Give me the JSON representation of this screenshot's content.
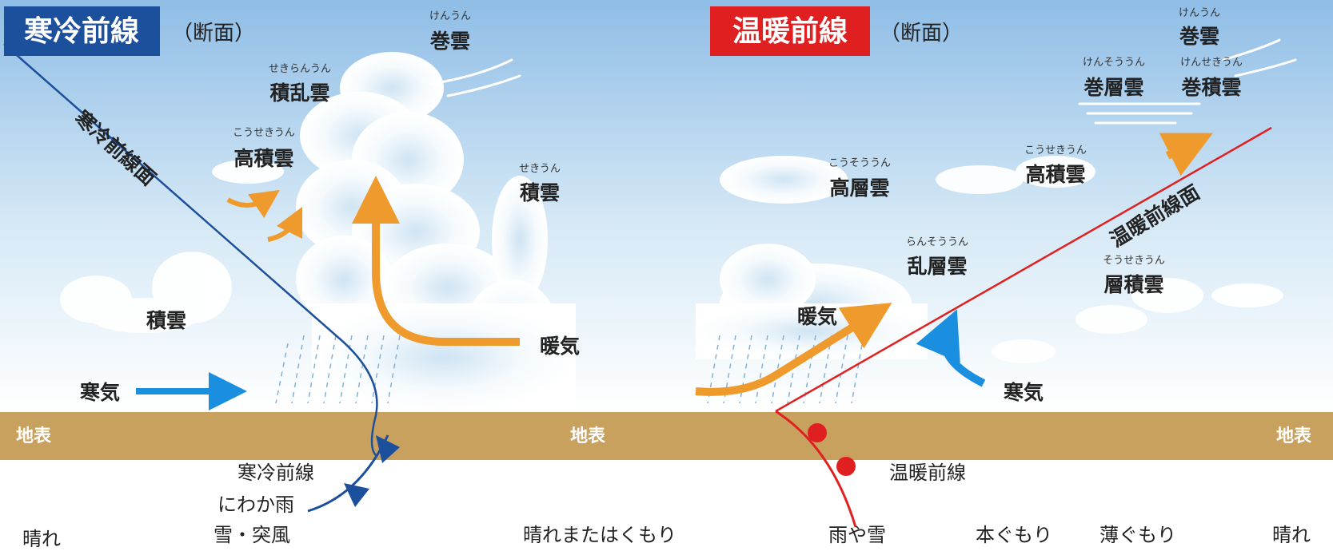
{
  "cold_front": {
    "title": "寒冷前線",
    "section": "（断面）",
    "surface_label": "寒冷前線面",
    "symbol_label": "寒冷前線",
    "weather": "にわか雨",
    "weather2": "雪・突風",
    "clouds": [
      {
        "ruby": "けんうん",
        "name": "巻雲"
      },
      {
        "ruby": "せきらんうん",
        "name": "積乱雲"
      },
      {
        "ruby": "こうせきうん",
        "name": "高積雲"
      },
      {
        "ruby": "せきうん",
        "name": "積雲"
      },
      {
        "ruby": "",
        "name": "積雲"
      }
    ],
    "cold_air": "寒気",
    "warm_air": "暖気",
    "accent_color": "#1c4f9c"
  },
  "warm_front": {
    "title": "温暖前線",
    "section": "（断面）",
    "surface_label": "温暖前線面",
    "symbol_label": "温暖前線",
    "clouds": [
      {
        "ruby": "けんうん",
        "name": "巻雲"
      },
      {
        "ruby": "けんそううん",
        "name": "巻層雲"
      },
      {
        "ruby": "けんせきうん",
        "name": "巻積雲"
      },
      {
        "ruby": "こうそううん",
        "name": "高層雲"
      },
      {
        "ruby": "こうせきうん",
        "name": "高積雲"
      },
      {
        "ruby": "らんそううん",
        "name": "乱層雲"
      },
      {
        "ruby": "そうせきうん",
        "name": "層積雲"
      }
    ],
    "cold_air": "寒気",
    "warm_air": "暖気",
    "accent_color": "#e02020"
  },
  "ground": {
    "left": "地表",
    "center": "地表",
    "right": "地表",
    "color": "#c9a15f"
  },
  "weather_bar": [
    "晴れ",
    "晴れまたはくもり",
    "雨や雪",
    "本ぐもり",
    "薄ぐもり",
    "晴れ"
  ],
  "colors": {
    "sky_top": "#8fbde6",
    "sky_bottom": "#ffffff",
    "arrow_warm": "#ef9a2c",
    "arrow_cold": "#1a8fe0"
  }
}
